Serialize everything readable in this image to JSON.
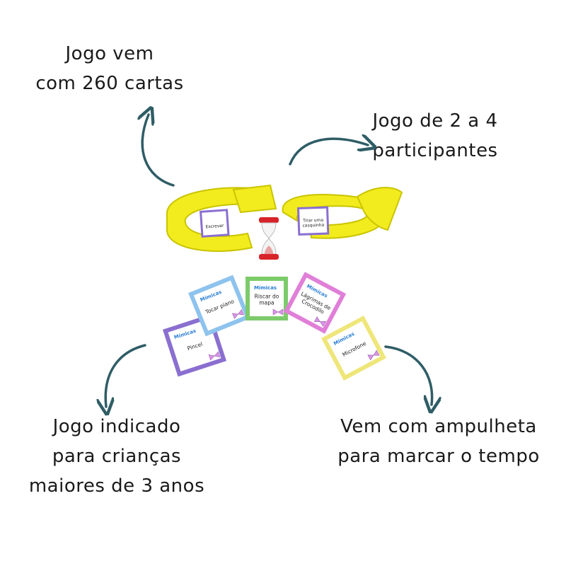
{
  "captions": {
    "top_left": [
      "Jogo vem",
      "com 260 cartas"
    ],
    "top_right": [
      "Jogo de 2 a 4",
      "participantes"
    ],
    "bottom_left": [
      "Jogo indicado",
      "para crianças",
      "maiores de 3 anos"
    ],
    "bottom_right": [
      "Vem com ampulheta",
      "para marcar o tempo"
    ]
  },
  "headband_cards": {
    "left": "Escrever",
    "right": [
      "Tirar uma",
      "casquinha"
    ]
  },
  "cards": [
    {
      "label": [
        "Pincel"
      ],
      "border": "#8a6fd0"
    },
    {
      "label": [
        "Tocar piano"
      ],
      "border": "#8ec3ee"
    },
    {
      "label": [
        "Riscar do",
        "mapa"
      ],
      "border": "#7ccb6a"
    },
    {
      "label": [
        "Lágrimas de",
        "Crocodilo"
      ],
      "border": "#e07fd8"
    },
    {
      "label": [
        "Microfone"
      ],
      "border": "#efe67a"
    }
  ],
  "card_logo": "Mímicas",
  "colors": {
    "arrow": "#2f5d66",
    "headband": "#f2ec1e",
    "headband_dark": "#c9c400",
    "hourglass_cap": "#d8232a",
    "text": "#1a1a1a"
  },
  "icons": [
    "curved-arrow-icon",
    "hourglass-icon",
    "bow-icon"
  ]
}
